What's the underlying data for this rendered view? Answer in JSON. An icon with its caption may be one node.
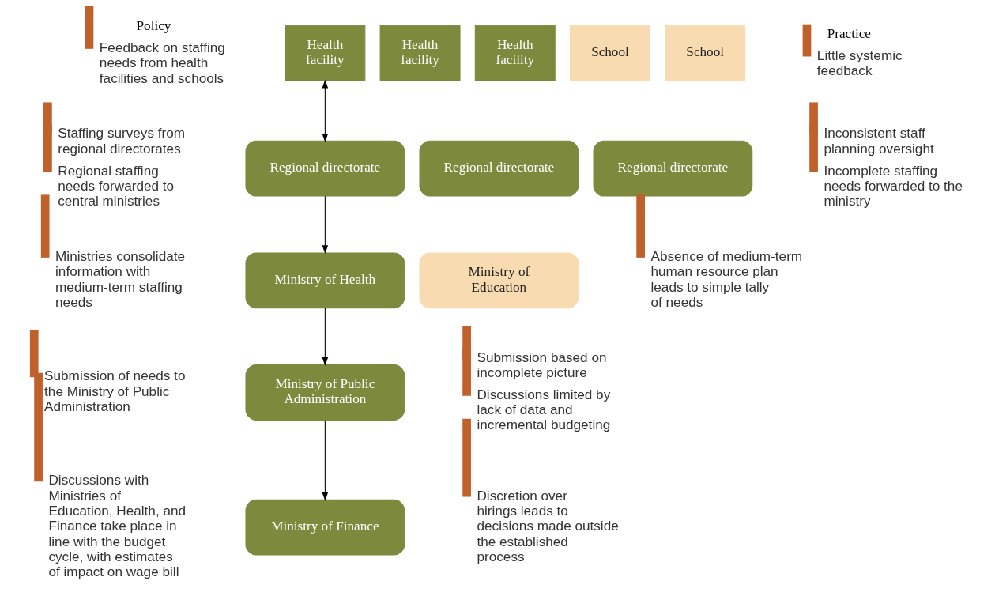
{
  "diagram": {
    "nodes": [
      {
        "text": [
          "Health facility"
        ]
      },
      {
        "text": [
          "Health facility"
        ]
      },
      {
        "text": [
          "Health facility"
        ]
      },
      {
        "text": [
          "School"
        ]
      },
      {
        "text": [
          "School"
        ]
      },
      {
        "text": [
          "Regional directorate"
        ]
      },
      {
        "text": [
          "Regional directorate"
        ]
      },
      {
        "text": [
          "Regional directorate"
        ]
      },
      {
        "text": [
          "Ministry of Health"
        ]
      },
      {
        "text": [
          "Ministry of Education"
        ]
      },
      {
        "text": [
          "Ministry of Public Administration"
        ]
      },
      {
        "text": [
          "Ministry of Finance"
        ]
      }
    ],
    "edges": [
      {
        "from": 0,
        "to": 5,
        "arrow": "both"
      },
      {
        "from": 5,
        "to": 8,
        "arrow": "to"
      },
      {
        "from": 8,
        "to": 10,
        "arrow": "to"
      },
      {
        "from": 10,
        "to": 11,
        "arrow": "to"
      }
    ],
    "labels": [
      "Policy",
      "Feedback on staffing needs from health facilities and schools",
      "Staffing surveys from regional directorates",
      "Regional staffing needs forwarded to central ministries",
      "Ministries consolidate information with medium-term staffing needs",
      "Submission of needs to the Ministry of Public Administration",
      "Discussions with Ministries of Education, Health, and Finance take place in line with the budget cycle, with estimates of impact on wage bill",
      "Practice",
      "Little systemic feedback",
      "Inconsistent staff planning oversight",
      "Incomplete staffing needs forwarded to the ministry",
      "Absence of medium-term human resource plan leads to simple tally of needs",
      "Submission based on incomplete picture",
      "Discussions limited by lack of data and incremental budgeting",
      "Discretion over hirings leads to decisions made outside the established process"
    ]
  }
}
